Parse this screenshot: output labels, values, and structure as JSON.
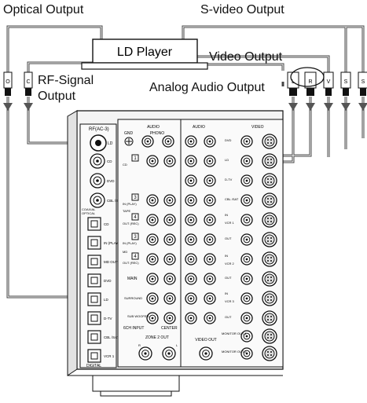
{
  "labels": {
    "optical_output": "Optical Output",
    "svideo_output": "S-video Output",
    "ld_player": "LD Player",
    "video_output": "Video Output",
    "rf_signal": "RF-Signal",
    "rf_signal_output": "Output",
    "analog_audio_output": "Analog Audio Output"
  },
  "plug_letters": {
    "optical": "O",
    "rf": "C",
    "svideo_left": "S",
    "svideo_right": "S",
    "video": "V",
    "audio_l": "L",
    "audio_r": "R"
  },
  "panel": {
    "rf_header": "RF(AC-3)",
    "rf_ld": "LD",
    "coaxial": "COAXIAL",
    "optical": "OPTICAL",
    "digital": "DIGITAL",
    "coax_inputs": [
      "CD",
      "DVD",
      "CBL /SAT"
    ],
    "optical_inputs": [
      "CD",
      "IN (PLAY)",
      "MD OUT (REC)",
      "DVD",
      "LD",
      "D-TV",
      "CBL /SAT",
      "VCR 1"
    ],
    "gnd": "GND",
    "audio": "AUDIO",
    "phono": "PHONO",
    "video": "VIDEO",
    "audio_rows": [
      "CD",
      "IN (PLAY)",
      "OUT (REC)",
      "IN (PLAY)",
      "OUT (REC)"
    ],
    "box_numbers": [
      "1",
      "3",
      "4",
      "3",
      "4"
    ],
    "tape": "TAPE",
    "md": "MD",
    "main": "MAIN",
    "surround": "SURROUND",
    "sub_woofer": "SUB WOOFER",
    "input_6ch": "6CH INPUT",
    "center": "CENTER",
    "zone2_out": "ZONE 2   OUT",
    "video_out": "VIDEO OUT",
    "video_rows": [
      "DVD",
      "LD",
      "D-TV",
      "CBL /SAT",
      "IN",
      "VCR 1",
      "OUT",
      "IN",
      "VCR 2",
      "OUT",
      "IN",
      "VCR 3",
      "OUT"
    ],
    "monitor_out1": "MONITOR OUT 1",
    "monitor_out2": "MONITOR OUT 2",
    "rl": [
      "R",
      "L"
    ]
  }
}
